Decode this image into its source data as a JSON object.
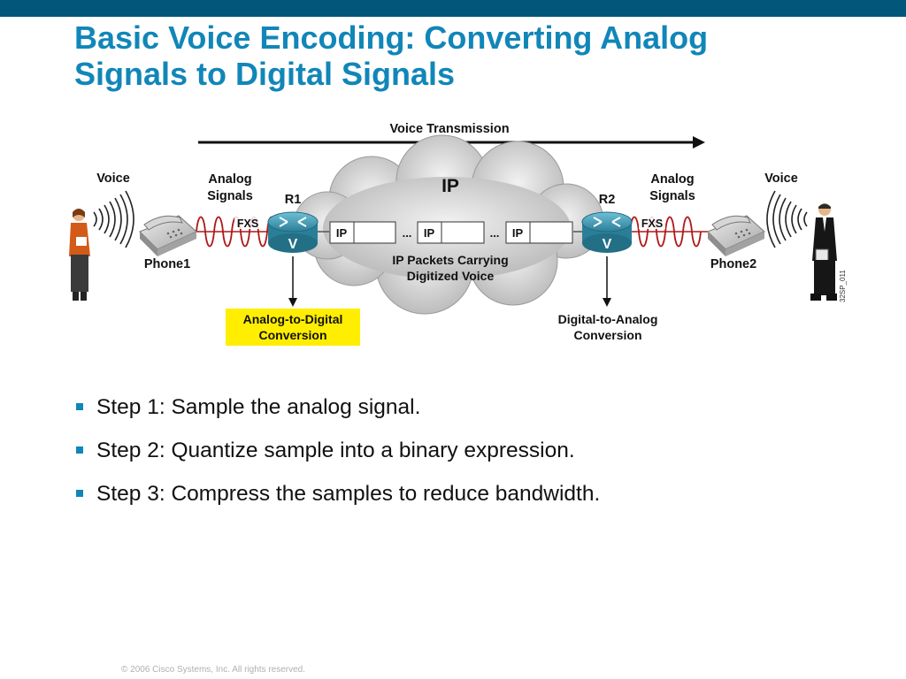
{
  "slide": {
    "title_line1": "Basic Voice Encoding: Converting Analog",
    "title_line2": "Signals to Digital Signals",
    "footer": "© 2006 Cisco Systems, Inc. All rights reserved."
  },
  "diagram": {
    "voice_transmission": "Voice Transmission",
    "voice_left": "Voice",
    "voice_right": "Voice",
    "analog_signals_left": [
      "Analog",
      "Signals"
    ],
    "analog_signals_right": [
      "Analog",
      "Signals"
    ],
    "fxs_left": "FXS",
    "fxs_right": "FXS",
    "r1": "R1",
    "r2": "R2",
    "router_mark": "V",
    "cloud_label": "IP",
    "packet_label": "IP",
    "ellipsis": "...",
    "packets_caption": [
      "IP Packets Carrying",
      "Digitized Voice"
    ],
    "phone1": "Phone1",
    "phone2": "Phone2",
    "a2d": [
      "Analog-to-Digital",
      "Conversion"
    ],
    "d2a": [
      "Digital-to-Analog",
      "Conversion"
    ],
    "figure_id": "32SP_011",
    "a2d_highlight_color": "#ffee00",
    "signal_color": "#b01818",
    "router_color": "#3b98b0"
  },
  "steps": [
    "Step 1: Sample the analog signal.",
    "Step 2: Quantize sample into a binary expression.",
    "Step 3: Compress the samples to reduce bandwidth."
  ]
}
